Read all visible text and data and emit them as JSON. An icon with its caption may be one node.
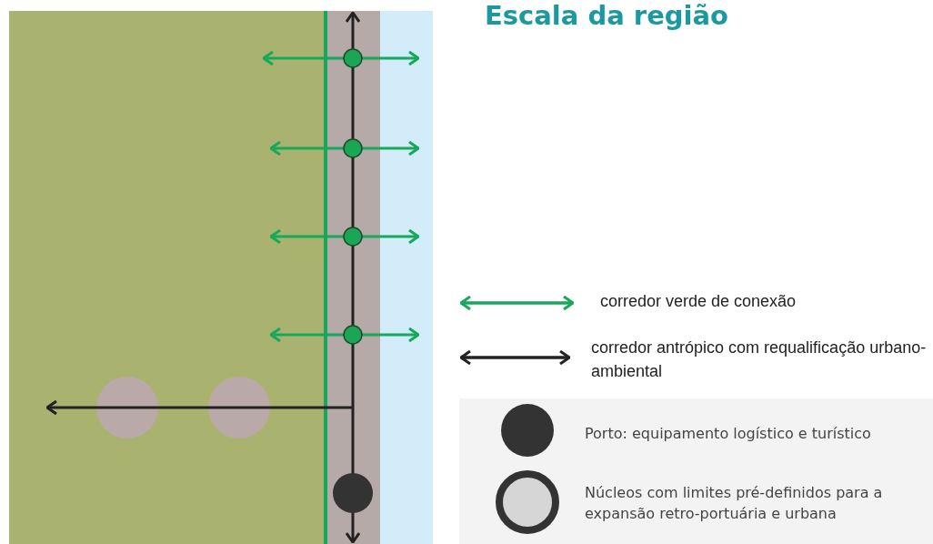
{
  "diagram": {
    "title": "Escala da região",
    "legend": [
      {
        "text": "corredor verde de conexão"
      },
      {
        "text": "corredor antrópico com requalificação urbano-ambiental"
      },
      {
        "text": "Porto: equipamento logístico e turístico"
      },
      {
        "text": "Núcleos com limites pré-definidos para a expansão retro-portuária e urbana"
      }
    ]
  }
}
